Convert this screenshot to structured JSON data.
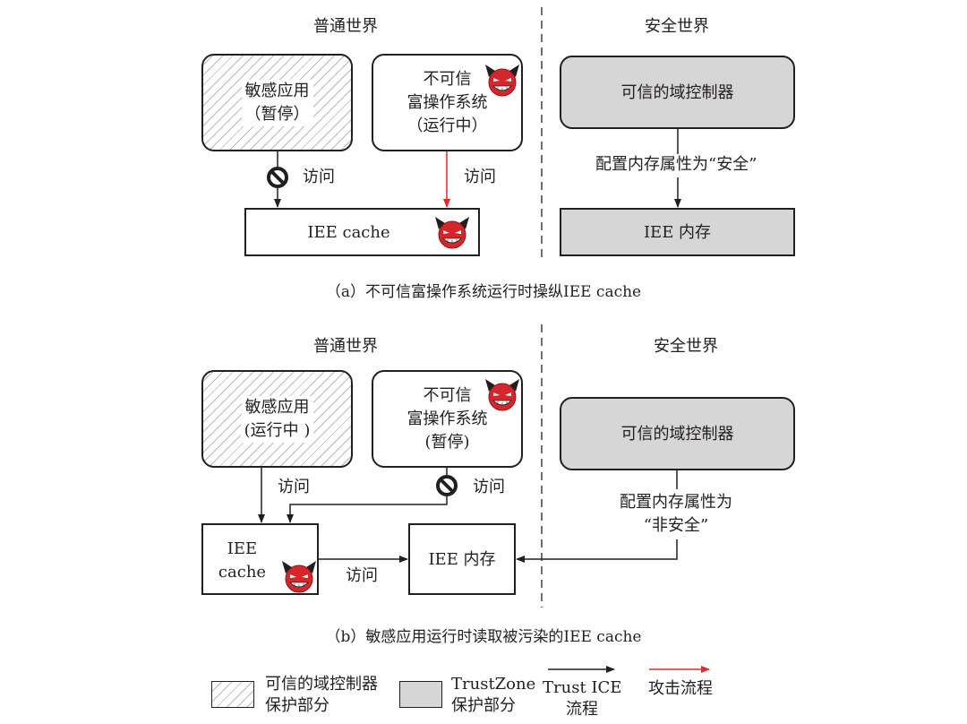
{
  "panel_a": {
    "normal_world": "普通世界",
    "secure_world": "安全世界",
    "sensitive_app": [
      "敏感应用",
      "（暂停）"
    ],
    "untrusted_os": [
      "不可信",
      "富操作系统",
      "（运行中）"
    ],
    "access_left": "访问",
    "access_right": "访问",
    "iee_cache": "IEE cache",
    "domain_controller": "可信的域控制器",
    "config_label": "配置内存属性为“安全”",
    "iee_memory": "IEE 内存",
    "caption": "（a）不可信富操作系统运行时操纵IEE cache"
  },
  "panel_b": {
    "normal_world": "普通世界",
    "secure_world": "安全世界",
    "sensitive_app": [
      "敏感应用",
      "(运行中 )"
    ],
    "untrusted_os": [
      "不可信",
      "富操作系统",
      "(暂停)"
    ],
    "access_left": "访问",
    "access_right": "访问",
    "iee_cache": [
      "IEE",
      "cache"
    ],
    "access_cache": "访问",
    "iee_memory": "IEE 内存",
    "domain_controller": "可信的域控制器",
    "config_label": [
      "配置内存属性为",
      "“非安全”"
    ],
    "caption": "（b）敏感应用运行时读取被污染的IEE cache"
  },
  "legend": {
    "hatched": [
      "可信的域控制器",
      "保护部分"
    ],
    "gray": [
      "TrustZone",
      "保护部分"
    ],
    "trust_flow": [
      "Trust ICE",
      "流程"
    ],
    "attack_flow": "攻击流程"
  },
  "colors": {
    "ink": "#231f20",
    "attack": "#e8262b",
    "gray_fill": "#d6d6d6",
    "devil": "#d4262b"
  },
  "icons": [
    "devil-icon",
    "prohibited-icon"
  ]
}
